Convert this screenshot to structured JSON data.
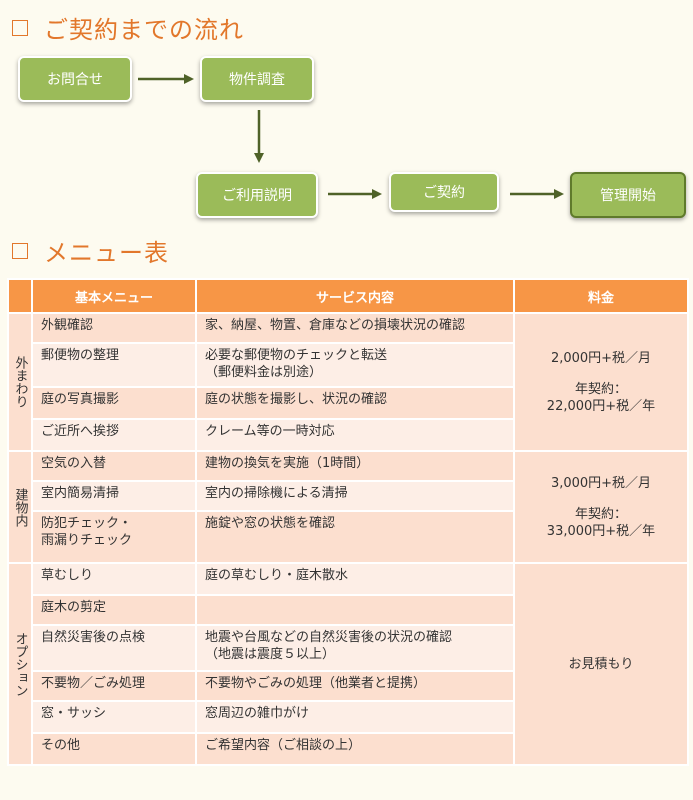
{
  "flow": {
    "title": "ご契約までの流れ",
    "steps": [
      "お問合せ",
      "物件調査",
      "ご利用説明",
      "ご契約",
      "管理開始"
    ]
  },
  "menu": {
    "title": "メニュー表",
    "headers": [
      "基本メニュー",
      "サービス内容",
      "料金"
    ],
    "groups": [
      {
        "label": "外まわり",
        "price": [
          "2,000円+税／月",
          "年契約：",
          "22,000円+税／年"
        ],
        "rows": [
          {
            "name": "外観確認",
            "content": "家、納屋、物置、倉庫などの損壊状況の確認"
          },
          {
            "name": "郵便物の整理",
            "content": "必要な郵便物のチェックと転送",
            "content2": "（郵便料金は別途）"
          },
          {
            "name": "庭の写真撮影",
            "content": "庭の状態を撮影し、状況の確認"
          },
          {
            "name": "ご近所へ挨拶",
            "content": "クレーム等の一時対応"
          }
        ]
      },
      {
        "label": "建物内",
        "price": [
          "3,000円+税／月",
          "年契約：",
          "33,000円+税／年"
        ],
        "rows": [
          {
            "name": "空気の入替",
            "content": "建物の換気を実施（1時間）"
          },
          {
            "name": "室内簡易清掃",
            "content": "室内の掃除機による清掃"
          },
          {
            "name": "防犯チェック・",
            "name2": "雨漏りチェック",
            "content": "施錠や窓の状態を確認"
          }
        ]
      },
      {
        "label": "オプション",
        "price": [
          "お見積もり"
        ],
        "rows": [
          {
            "name": "草むしり",
            "content": "庭の草むしり・庭木散水"
          },
          {
            "name": "庭木の剪定",
            "content": ""
          },
          {
            "name": "自然災害後の点検",
            "content": "地震や台風などの自然災害後の状況の確認",
            "content2": "（地震は震度５以上）"
          },
          {
            "name": "不要物／ごみ処理",
            "content": "不要物やごみの処理（他業者と提携）"
          },
          {
            "name": "窓・サッシ",
            "content": "窓周辺の雑巾がけ"
          },
          {
            "name": "その他",
            "content": "ご希望内容（ご相談の上）"
          }
        ]
      }
    ]
  }
}
